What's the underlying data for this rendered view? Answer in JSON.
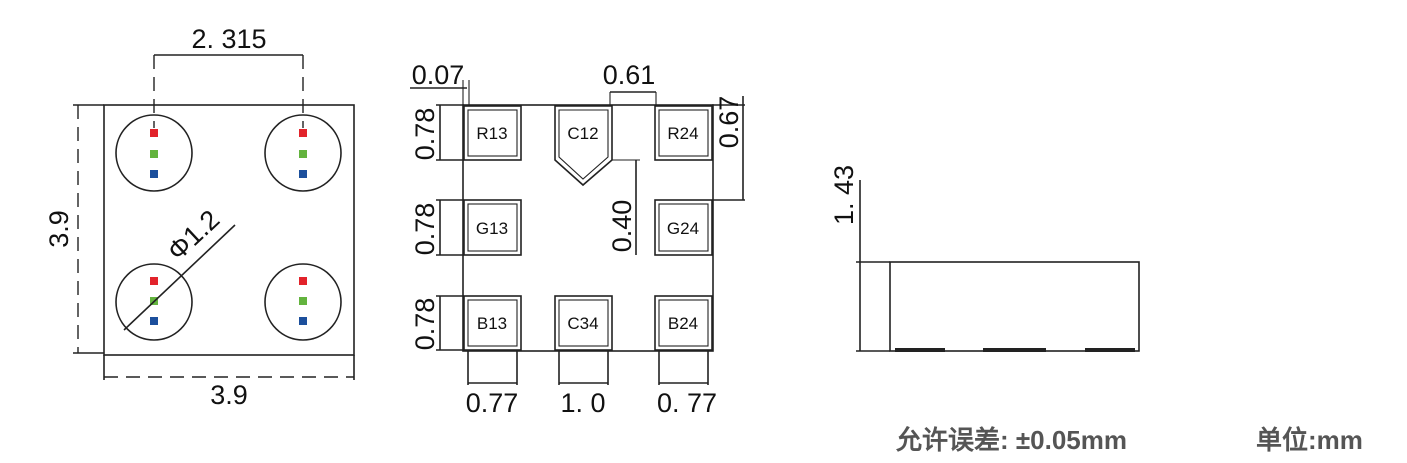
{
  "top_view": {
    "pitch_label": "2. 315",
    "height_label": "3.9",
    "width_label": "3.9",
    "diameter_label": "Φ1.2",
    "led_colors": {
      "red": "#e2232b",
      "green": "#63b33e",
      "blue": "#1c4f9c"
    }
  },
  "bottom_view": {
    "gap_label": "0.07",
    "notch_label": "0.61",
    "pad_offset_label": "0.67",
    "inner_label": "0.40",
    "row_heights": [
      "0.78",
      "0.78",
      "0.78"
    ],
    "col_widths": [
      "0.77",
      "1. 0",
      "0. 77"
    ],
    "pads": [
      "R13",
      "C12",
      "R24",
      "G13",
      "G24",
      "B13",
      "C34",
      "B24"
    ]
  },
  "side_view": {
    "height_label": "1. 43"
  },
  "notes": {
    "tolerance": "允许误差: ±0.05mm",
    "unit": "单位:mm"
  }
}
